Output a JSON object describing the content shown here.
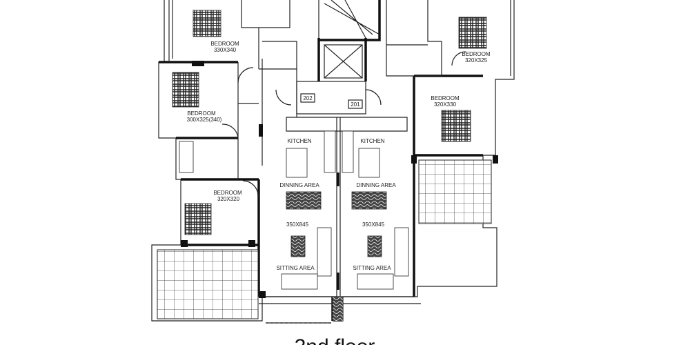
{
  "title": "2nd floor",
  "units": [
    "202",
    "201"
  ],
  "rooms": {
    "bedroom_left_top": {
      "name": "BEDROOM",
      "size": "330X340"
    },
    "bedroom_left_mid": {
      "name": "BEDROOM",
      "size": "300X325(340)"
    },
    "bedroom_left_low": {
      "name": "BEDROOM",
      "size": "320X320"
    },
    "bedroom_right_top": {
      "name": "BEDROOM",
      "size": "320X325"
    },
    "bedroom_right_mid": {
      "name": "BEDROOM",
      "size": "320X330"
    },
    "kitchen_a": "KITCHEN",
    "kitchen_b": "KITCHEN",
    "dining_a": "DINNING AREA",
    "dining_b": "DINNING AREA",
    "living_size_a": "350X845",
    "living_size_b": "350X845",
    "sitting_a": "SITTING AREA",
    "sitting_b": "SITTING AREA"
  }
}
